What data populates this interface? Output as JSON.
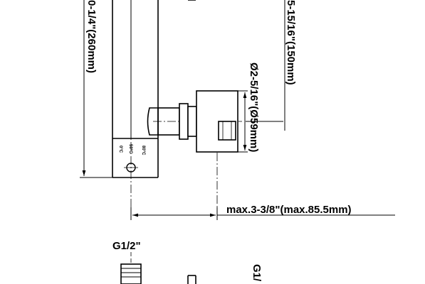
{
  "drawing": {
    "dim_height_total": "0-1/4\"(260mm)",
    "dim_height_partial": "5-15/16\"(150mm)",
    "dim_diameter": "Ø2-5/16\"(Ø59mm)",
    "dim_depth": "max.3-3/8\"(max.85.5mm)",
    "thread_label": "G1/2\"",
    "thread_label_right": "G1/",
    "scale_labels": [
      "0°C",
      "50°C",
      "80°C"
    ],
    "colors": {
      "line": "#000000",
      "background": "#ffffff"
    }
  }
}
